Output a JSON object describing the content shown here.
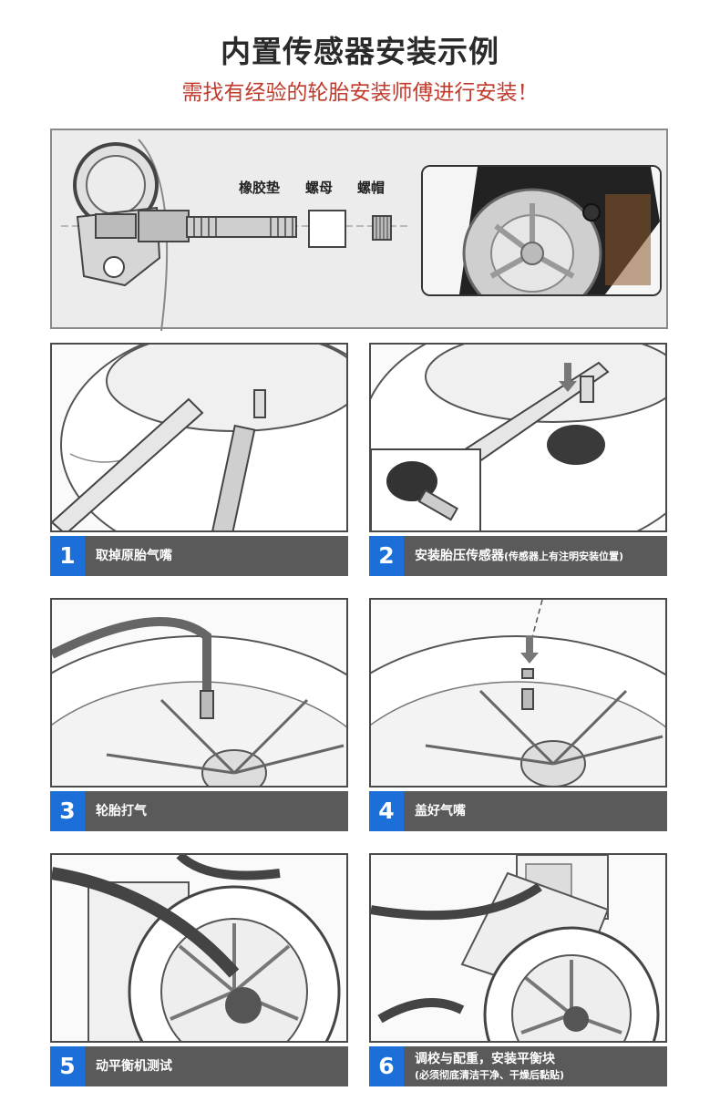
{
  "header": {
    "title": "内置传感器安装示例",
    "subtitle": "需找有经验的轮胎安装师傅进行安装！"
  },
  "parts": {
    "gasket": "橡胶垫",
    "nut": "螺母",
    "cap": "螺帽"
  },
  "steps": [
    {
      "number": "1",
      "text": "取掉原胎气嘴"
    },
    {
      "number": "2",
      "text": "安装胎压传感器",
      "note": "(传感器上有注明安装位置)"
    },
    {
      "number": "3",
      "text": "轮胎打气"
    },
    {
      "number": "4",
      "text": "盖好气嘴"
    },
    {
      "number": "5",
      "text": "动平衡机测试"
    },
    {
      "number": "6",
      "text": "调校与配重，安装平衡块",
      "note": "(必须彻底清洁干净、干燥后黏贴)"
    }
  ],
  "colors": {
    "step_badge": "#1c6fd8",
    "caption_bar": "#5a5a5a",
    "subtitle": "#c0392b"
  }
}
